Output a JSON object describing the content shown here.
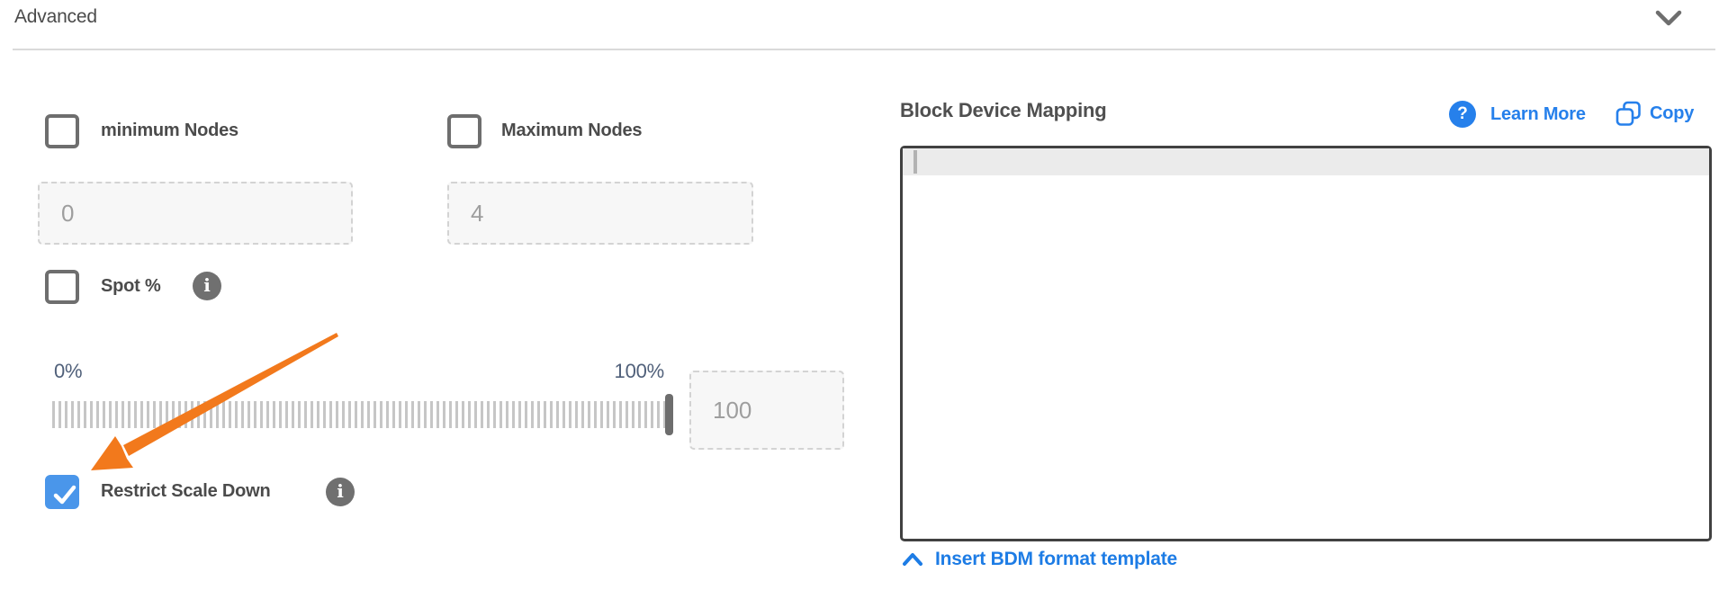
{
  "header": {
    "title": "Advanced",
    "collapse_icon": "chevron-down"
  },
  "panel_left": {
    "min_nodes": {
      "label": "minimum Nodes",
      "checked": false,
      "value": "0"
    },
    "max_nodes": {
      "label": "Maximum Nodes",
      "checked": false,
      "value": "4"
    },
    "spot": {
      "label": "Spot %",
      "checked": false,
      "info_icon": "info"
    },
    "slider": {
      "min_label": "0%",
      "max_label": "100%",
      "value": "100",
      "position_pct": 100
    },
    "restrict": {
      "label": "Restrict Scale Down",
      "checked": true,
      "info_icon": "info"
    },
    "annotation_arrow": {
      "icon": "orange-arrow",
      "color": "#f2791c",
      "points_to": "restrict-checkbox"
    }
  },
  "panel_right": {
    "title": "Block Device Mapping",
    "learn_more_label": "Learn More",
    "help_icon": "question-mark",
    "help_glyph": "?",
    "copy_label": "Copy",
    "copy_icon": "copy",
    "editor_value": "",
    "insert_template_label": "Insert BDM format template",
    "insert_icon": "chevron-up"
  },
  "colors": {
    "link_blue": "#2680eb",
    "insert_link_blue": "#1d7ce5",
    "checkbox_checked_blue": "#4a96ea",
    "checkbox_border_gray": "#6e6e6e",
    "arrow_orange": "#f2791c",
    "slider_label_slate": "#50607a",
    "tick_gray": "#c6c6c6",
    "handle_gray": "#6d6d6d",
    "active_line_gray": "#ebebeb"
  }
}
